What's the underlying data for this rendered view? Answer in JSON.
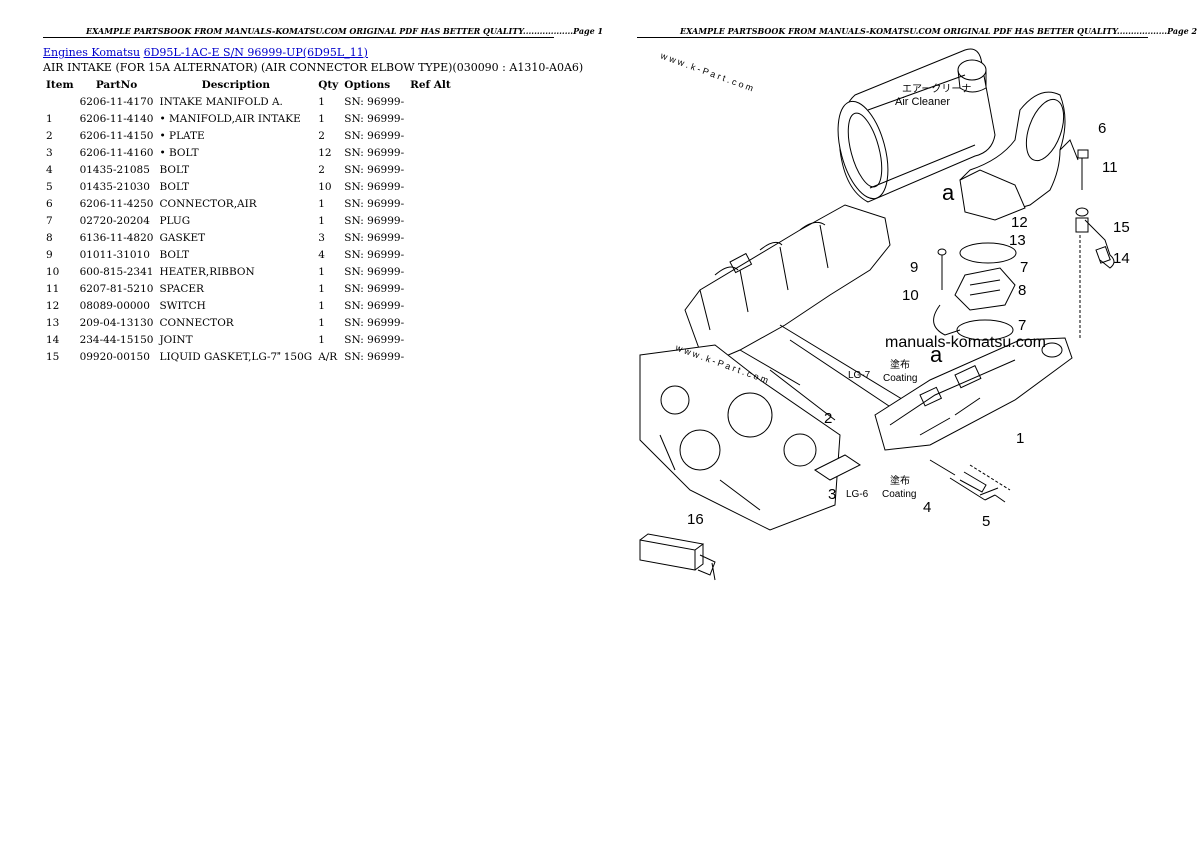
{
  "headers": {
    "left": "EXAMPLE PARTSBOOK FROM MANUALS-KOMATSU.COM ORIGINAL PDF HAS BETTER QUALITY..................Page 1",
    "right": "EXAMPLE PARTSBOOK FROM MANUALS-KOMATSU.COM ORIGINAL PDF HAS BETTER QUALITY..................Page 2"
  },
  "breadcrumb": {
    "link1": "Engines Komatsu",
    "link2": "6D95L-1AC-E S/N 96999-UP(6D95L_11)"
  },
  "subtitle": "AIR INTAKE (FOR 15A ALTERNATOR) (AIR CONNECTOR ELBOW TYPE)(030090 : A1310-A0A6)",
  "table": {
    "columns": [
      "Item",
      "PartNo",
      "Description",
      "Qty",
      "Options",
      "Ref Alt"
    ],
    "rows": [
      {
        "item": "",
        "part": "6206-11-4170",
        "desc": "INTAKE MANIFOLD A.",
        "qty": "1",
        "opt": "SN: 96999-"
      },
      {
        "item": "1",
        "part": "6206-11-4140",
        "desc": "• MANIFOLD,AIR INTAKE",
        "qty": "1",
        "opt": "SN: 96999-"
      },
      {
        "item": "2",
        "part": "6206-11-4150",
        "desc": "• PLATE",
        "qty": "2",
        "opt": "SN: 96999-"
      },
      {
        "item": "3",
        "part": "6206-11-4160",
        "desc": "• BOLT",
        "qty": "12",
        "opt": "SN: 96999-"
      },
      {
        "item": "4",
        "part": "01435-21085",
        "desc": "BOLT",
        "qty": "2",
        "opt": "SN: 96999-"
      },
      {
        "item": "5",
        "part": "01435-21030",
        "desc": "BOLT",
        "qty": "10",
        "opt": "SN: 96999-"
      },
      {
        "item": "6",
        "part": "6206-11-4250",
        "desc": "CONNECTOR,AIR",
        "qty": "1",
        "opt": "SN: 96999-"
      },
      {
        "item": "7",
        "part": "02720-20204",
        "desc": "PLUG",
        "qty": "1",
        "opt": "SN: 96999-"
      },
      {
        "item": "8",
        "part": "6136-11-4820",
        "desc": "GASKET",
        "qty": "3",
        "opt": "SN: 96999-"
      },
      {
        "item": "9",
        "part": "01011-31010",
        "desc": "BOLT",
        "qty": "4",
        "opt": "SN: 96999-"
      },
      {
        "item": "10",
        "part": "600-815-2341",
        "desc": "HEATER,RIBBON",
        "qty": "1",
        "opt": "SN: 96999-"
      },
      {
        "item": "11",
        "part": "6207-81-5210",
        "desc": "SPACER",
        "qty": "1",
        "opt": "SN: 96999-"
      },
      {
        "item": "12",
        "part": "08089-00000",
        "desc": "SWITCH",
        "qty": "1",
        "opt": "SN: 96999-"
      },
      {
        "item": "13",
        "part": "209-04-13130",
        "desc": "CONNECTOR",
        "qty": "1",
        "opt": "SN: 96999-"
      },
      {
        "item": "14",
        "part": "234-44-15150",
        "desc": "JOINT",
        "qty": "1",
        "opt": "SN: 96999-"
      },
      {
        "item": "15",
        "part": "09920-00150",
        "desc": "LIQUID GASKET,LG-7 150G",
        "qty": "A/R",
        "opt": "SN: 96999-"
      }
    ]
  },
  "diagram": {
    "air_cleaner_jp": "エアークリーナ",
    "air_cleaner_en": "Air Cleaner",
    "watermark_url": "manuals-komatsu.com",
    "kpart_watermark": "w w w . k - P a r t . c o m",
    "coating_jp": "塗布",
    "coating_en": "Coating",
    "lg7": "LG-7",
    "lg6": "LG-6",
    "label_a": "a",
    "callouts": [
      "1",
      "2",
      "3",
      "4",
      "5",
      "6",
      "7",
      "8",
      "9",
      "10",
      "11",
      "12",
      "13",
      "14",
      "15",
      "16"
    ]
  }
}
